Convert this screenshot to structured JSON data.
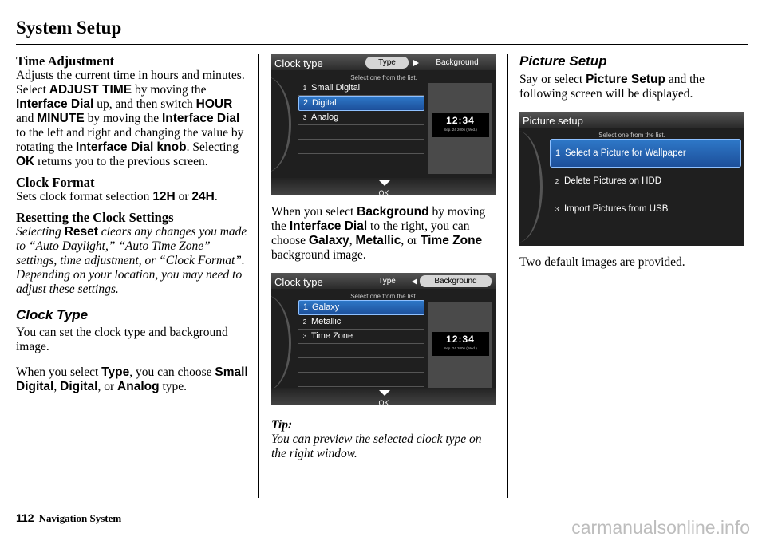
{
  "page": {
    "title": "System Setup",
    "page_number": "112",
    "footer_label": "Navigation System",
    "watermark": "carmanualsonline.info"
  },
  "col1": {
    "time_adj_heading": "Time Adjustment",
    "time_adj": [
      "Adjusts the current time in hours and minutes. Select ",
      "ADJUST TIME",
      " by moving the ",
      "Interface Dial",
      " up, and then switch ",
      "HOUR",
      " and ",
      "MINUTE",
      " by moving the ",
      "Interface Dial",
      " to the left and right and changing the value by rotating the ",
      "Interface Dial knob",
      ". Selecting ",
      "OK",
      " returns you to the previous screen."
    ],
    "clock_format_heading": "Clock Format",
    "clock_format": [
      "Sets clock format selection ",
      "12H",
      " or ",
      "24H",
      "."
    ],
    "reset_heading": "Resetting the Clock Settings",
    "reset": [
      "Selecting ",
      "Reset",
      " clears any changes you made to “Auto Daylight,” “Auto Time Zone” settings, time adjustment, or “Clock Format”. Depending on your location, you may need to adjust these settings."
    ],
    "clock_type_heading": "Clock Type",
    "clock_type_intro": "You can set the clock type and background image.",
    "clock_type_select": [
      "When you select ",
      "Type",
      ", you can choose ",
      "Small Digital",
      ", ",
      "Digital",
      ", or ",
      "Analog",
      " type."
    ]
  },
  "screen1": {
    "title": "Clock type",
    "tab_type": "Type",
    "tab_background": "Background",
    "subtitle": "Select one from the list.",
    "items": [
      {
        "num": "1",
        "label": "Small Digital"
      },
      {
        "num": "2",
        "label": "Digital"
      },
      {
        "num": "3",
        "label": "Analog"
      }
    ],
    "clock_time": "12:34",
    "clock_date": "Sep. 24 2006 (Wed.)",
    "ok": "OK"
  },
  "col2": {
    "background": [
      "When you select ",
      "Background",
      " by moving the ",
      "Interface Dial",
      " to the right, you can choose ",
      "Galaxy",
      ", ",
      "Metallic",
      ", or ",
      "Time Zone",
      " background image."
    ],
    "tip_heading": "Tip:",
    "tip": "You can preview the selected clock type on the right window."
  },
  "screen2": {
    "title": "Clock type",
    "tab_type": "Type",
    "tab_background": "Background",
    "subtitle": "Select one from the list.",
    "items": [
      {
        "num": "1",
        "label": "Galaxy"
      },
      {
        "num": "2",
        "label": "Metallic"
      },
      {
        "num": "3",
        "label": "Time Zone"
      }
    ],
    "clock_time": "12:34",
    "clock_date": "Sep. 24 2006 (Wed.)",
    "ok": "OK"
  },
  "col3": {
    "picture_heading": "Picture Setup",
    "picture": [
      "Say or select ",
      "Picture Setup",
      " and the following screen will be displayed."
    ],
    "defaults": "Two default images are provided."
  },
  "screen3": {
    "title": "Picture setup",
    "subtitle": "Select one from the list.",
    "items": [
      {
        "num": "1",
        "label": "Select a Picture for Wallpaper"
      },
      {
        "num": "2",
        "label": "Delete Pictures on HDD"
      },
      {
        "num": "3",
        "label": "Import Pictures from USB"
      }
    ]
  }
}
